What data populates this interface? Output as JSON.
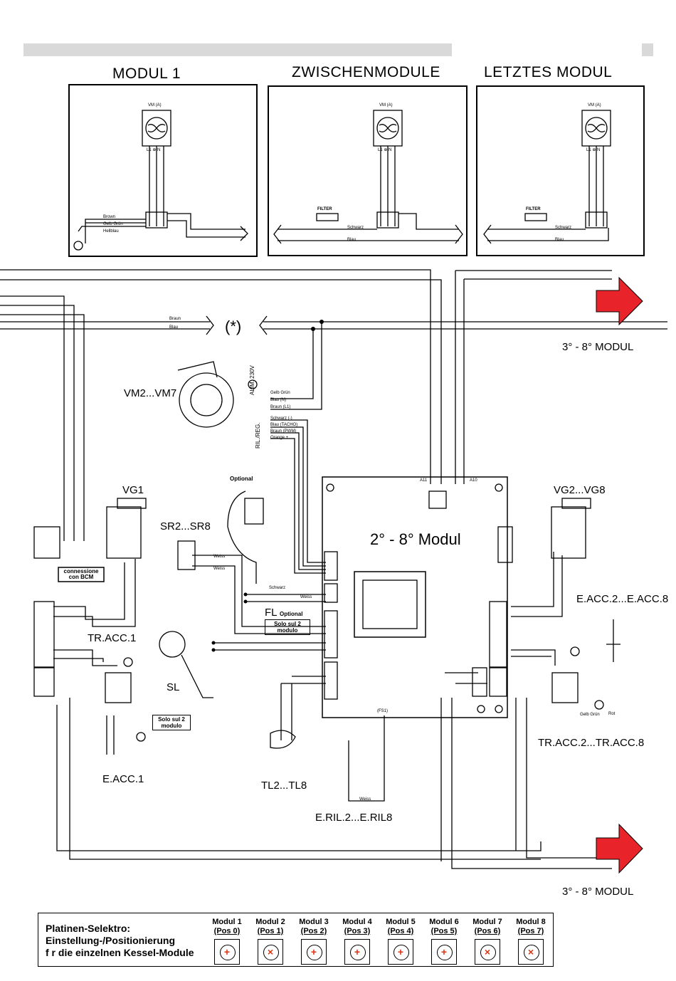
{
  "panels": {
    "left_title": "MODUL 1",
    "mid_title": "ZWISCHENMODULE",
    "right_title": "LETZTES MODUL",
    "vm_label": "VM (A)",
    "filter_label": "FILTER",
    "wire_brown": "Brown",
    "wire_yellowgreen": "Gelb Grün",
    "wire_lightblue": "Hellblau",
    "wire_black": "Schwarz",
    "wire_blue": "Blau",
    "terminals": "L1 ⊕ N"
  },
  "bus": {
    "asterisk": "(*)",
    "wire_braun": "Braun",
    "wire_blau": "Blau",
    "next_module_top": "3° - 8° MODUL",
    "next_module_bottom": "3° - 8° MODUL"
  },
  "components": {
    "vm": "VM2...VM7",
    "vg1": "VG1",
    "vg2": "VG2...VG8",
    "sr": "SR2...SR8",
    "optional": "Optional",
    "fl": "FL",
    "fl_optional": "Optional",
    "fl_note": "Solo sul 2 modulo",
    "board_title": "2° - 8° Modul",
    "tr_acc1": "TR.ACC.1",
    "tr_acc2": "TR.ACC.2...TR.ACC.8",
    "e_acc1": "E.ACC.1",
    "e_acc2": "E.ACC.2...E.ACC.8",
    "sl": "SL",
    "sl_note": "Solo sul 2 modulo",
    "tl": "TL2...TL8",
    "e_ril": "E.RIL.2...E.RIL8",
    "connessione": "connessione con BCM",
    "alim": "ALIM. 230V",
    "ril_reg": "RIL./REG.",
    "alim_wires": [
      "Gelb Grün",
      "Blau (N)",
      "Braun (L1)"
    ],
    "reg_wires": [
      "Schwarz (-)",
      "Blau (TACHO)",
      "Braun (PWM)",
      "Orange +"
    ],
    "a11": "A11",
    "a10": "A10",
    "fs1": "(FS1)",
    "weiss": "Weiss",
    "schwarz": "Schwarz",
    "rot": "Rot",
    "gelb_gruen": "Gelb Grün"
  },
  "selector": {
    "title_line1": "Platinen-Selektro:",
    "title_line2": "Einstellung-/Positionierung",
    "title_line3": "f r die einzelnen Kessel-Module",
    "modules": [
      {
        "name": "Modul 1",
        "pos": "(Pos 0)",
        "mark": "+"
      },
      {
        "name": "Modul 2",
        "pos": "(Pos 1)",
        "mark": "×"
      },
      {
        "name": "Modul 3",
        "pos": "(Pos 2)",
        "mark": "+"
      },
      {
        "name": "Modul 4",
        "pos": "(Pos 3)",
        "mark": "+"
      },
      {
        "name": "Modul 5",
        "pos": "(Pos 4)",
        "mark": "+"
      },
      {
        "name": "Modul 6",
        "pos": "(Pos 5)",
        "mark": "+"
      },
      {
        "name": "Modul 7",
        "pos": "(Pos 6)",
        "mark": "×"
      },
      {
        "name": "Modul 8",
        "pos": "(Pos 7)",
        "mark": "×"
      }
    ]
  },
  "colors": {
    "arrow": "#e8232a",
    "header_bar": "#d9d9d9",
    "line": "#000000"
  }
}
